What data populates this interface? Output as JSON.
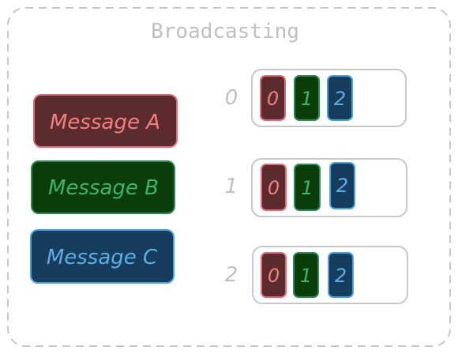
{
  "title": "Broadcasting",
  "messages": [
    {
      "label": "Message A",
      "fill": "#5c2b2e",
      "stroke": "#e06c75",
      "text_color": "#f08080"
    },
    {
      "label": "Message B",
      "fill": "#0b3d0b",
      "stroke": "#2e8b57",
      "text_color": "#3cb371"
    },
    {
      "label": "Message C",
      "fill": "#163d5e",
      "stroke": "#4aa3df",
      "text_color": "#5dade2"
    }
  ],
  "receivers": [
    {
      "index": "0",
      "slots": [
        "0",
        "1",
        "2"
      ]
    },
    {
      "index": "1",
      "slots": [
        "0",
        "1",
        "2"
      ]
    },
    {
      "index": "2",
      "slots": [
        "0",
        "1",
        "2"
      ]
    }
  ],
  "colors": {
    "border": "#c8c8c8",
    "title": "#c0c0c0",
    "index": "#c0c0c0"
  }
}
